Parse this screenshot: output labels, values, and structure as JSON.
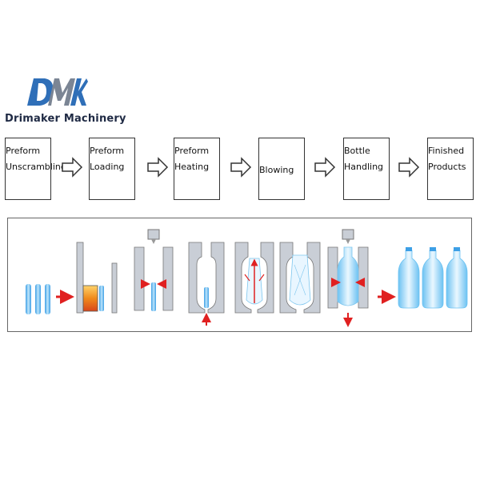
{
  "brand": {
    "logo_letters": "DMK",
    "company_name": "Drimaker Machinery"
  },
  "flow": {
    "steps": [
      {
        "line1": "Preform",
        "line2": "Unscrambling"
      },
      {
        "line1": "Preform",
        "line2": "Loading"
      },
      {
        "line1": "Preform",
        "line2": "Heating"
      },
      {
        "line1": "Blowing",
        "line2": ""
      },
      {
        "line1": "Bottle",
        "line2": "Handling"
      },
      {
        "line1": "Finished",
        "line2": "Products"
      }
    ]
  },
  "colors": {
    "logo_blue": "#2f6fb8",
    "logo_gray": "#7b8594",
    "arrow_red": "#e02020",
    "preform_blue": "#5fb8f0",
    "bottle_blue": "#9fd6f6",
    "mold_gray": "#c9ced6",
    "heater_orange": "#f08a1c"
  }
}
